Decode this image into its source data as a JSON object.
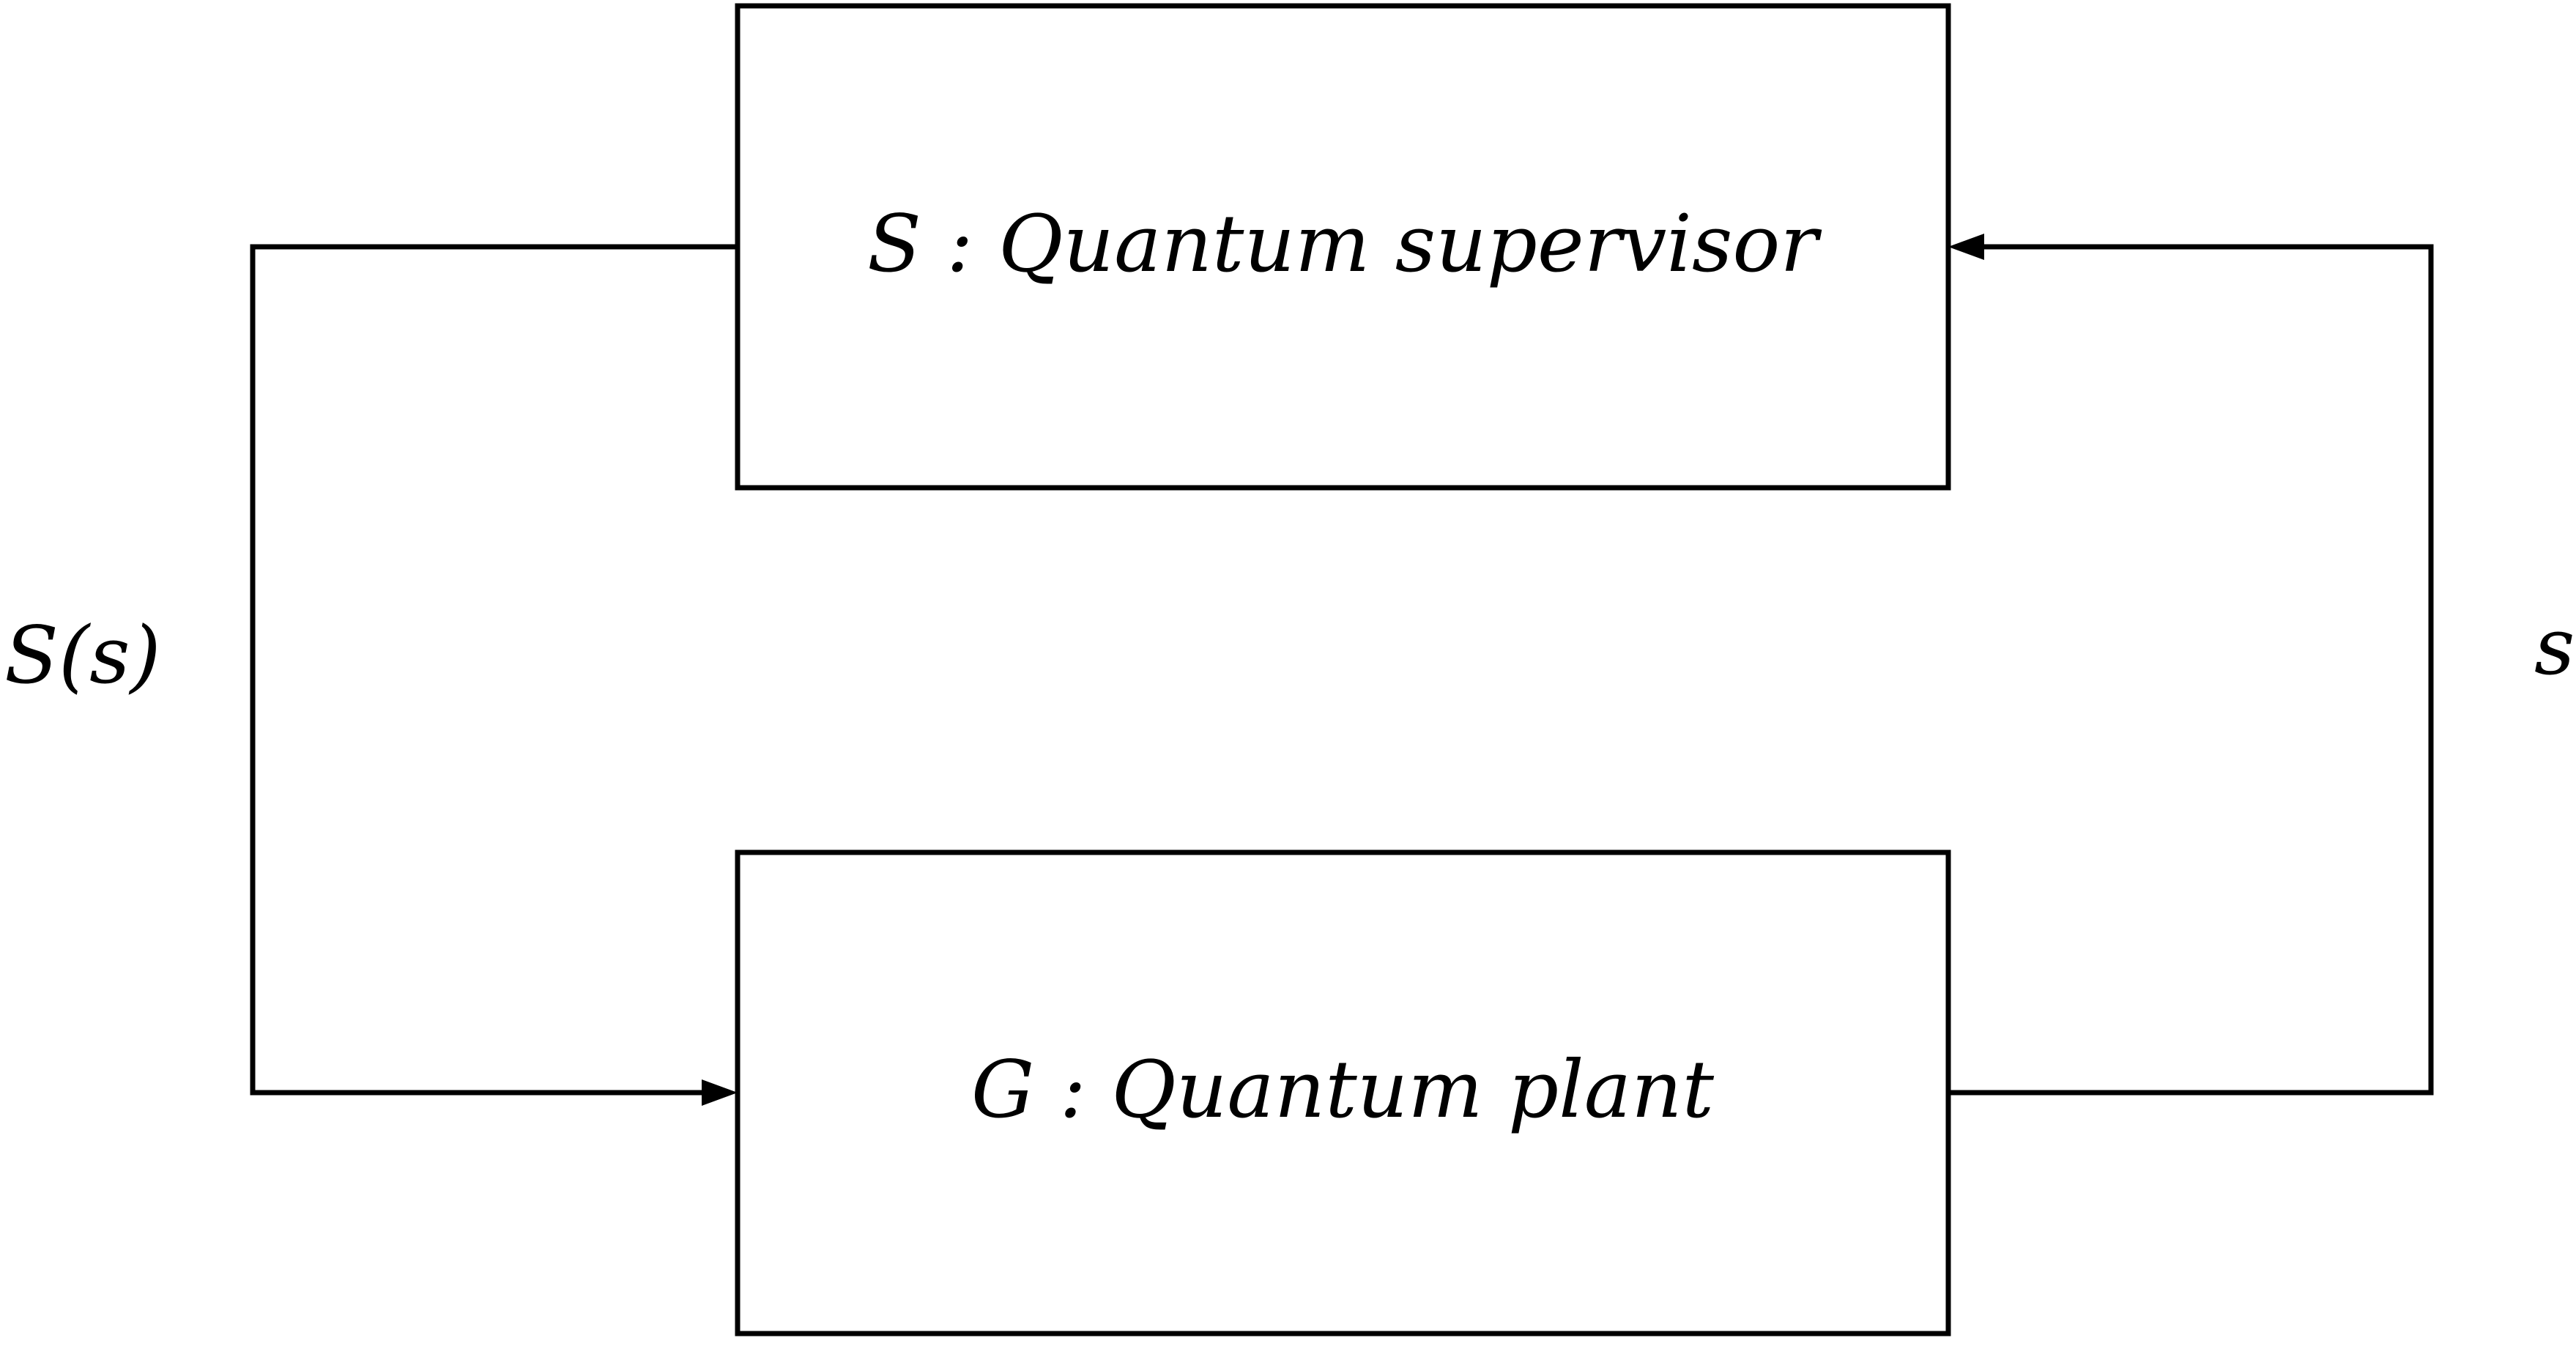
{
  "diagram": {
    "supervisor_label": "S : Quantum supervisor",
    "plant_label": "G : Quantum plant",
    "left_signal_label": "S(s)",
    "right_signal_label": "s"
  }
}
